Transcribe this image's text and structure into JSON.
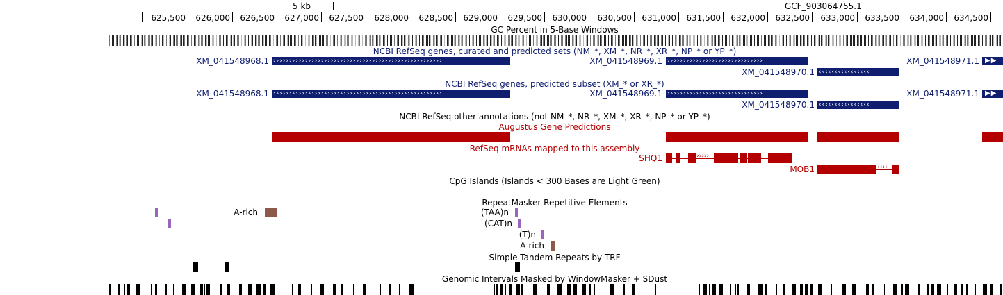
{
  "header": {
    "scale_label": "5 kb",
    "assembly": "GCF_903064755.1"
  },
  "ruler": {
    "ticks": [
      "625,500",
      "626,000",
      "626,500",
      "627,000",
      "627,500",
      "628,000",
      "628,500",
      "629,000",
      "629,500",
      "630,000",
      "630,500",
      "631,000",
      "631,500",
      "632,000",
      "632,500",
      "633,000",
      "633,500",
      "634,000",
      "634,500"
    ]
  },
  "tracks": {
    "gc": {
      "title": "GC Percent in 5-Base Windows"
    },
    "refseq_all": {
      "title": "NCBI RefSeq genes, curated and predicted sets (NM_*, XM_*, NR_*, XR_*, NP_* or YP_*)",
      "genes": [
        {
          "label": "XM_041548968.1",
          "arrows": "›››››››››››››››››››››››››››››››››››››››››››››››››››››"
        },
        {
          "label": "XM_041548969.1",
          "arrows": "››››››››››››››››››››››››››››››"
        },
        {
          "label": "XM_041548970.1",
          "arrows": "‹‹‹‹‹‹‹‹‹‹‹‹‹‹‹‹"
        },
        {
          "label": "XM_041548971.1",
          "arrows": "▶▶"
        }
      ]
    },
    "refseq_pred": {
      "title": "NCBI RefSeq genes, predicted subset (XM_* or XR_*)",
      "genes": [
        {
          "label": "XM_041548968.1",
          "arrows": "›››››››››››››››››››››››››››››››››››››››››››››››››››››"
        },
        {
          "label": "XM_041548969.1",
          "arrows": "››››››››››››››››››››››››››››››"
        },
        {
          "label": "XM_041548970.1",
          "arrows": "‹‹‹‹‹‹‹‹‹‹‹‹‹‹‹‹"
        },
        {
          "label": "XM_041548971.1",
          "arrows": "▶▶"
        }
      ]
    },
    "refseq_other": {
      "title": "NCBI RefSeq other annotations (not NM_*, NR_*, XM_*, XR_*, NP_* or YP_*)"
    },
    "augustus": {
      "title": "Augustus Gene Predictions"
    },
    "mrna": {
      "title": "RefSeq mRNAs mapped to this assembly",
      "items": [
        {
          "label": "SHQ1"
        },
        {
          "label": "MOB1"
        }
      ]
    },
    "cpg": {
      "title": "CpG Islands (Islands < 300 Bases are Light Green)"
    },
    "rmsk": {
      "title": "RepeatMasker Repetitive Elements",
      "labels": [
        "A-rich",
        "(TAA)n",
        "(CAT)n",
        "(T)n",
        "A-rich"
      ]
    },
    "trf": {
      "title": "Simple Tandem Repeats by TRF"
    },
    "wm": {
      "title": "Genomic Intervals Masked by WindowMasker + SDust"
    }
  },
  "colors": {
    "refseq": "#0f1e6e",
    "augustus": "#b40000",
    "rmsk_simple": "#9966bb",
    "rmsk_lowcomplex": "#8b5a4a"
  }
}
